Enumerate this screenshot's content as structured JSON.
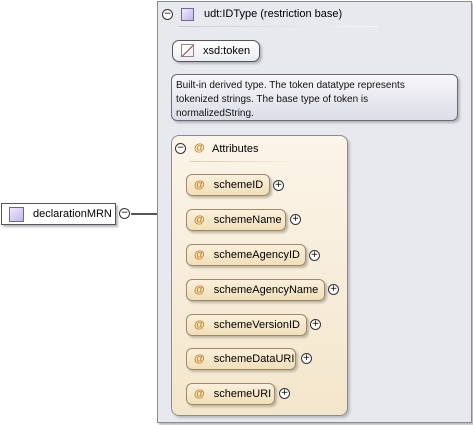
{
  "root_element": {
    "name": "declarationMRN"
  },
  "complex_type": {
    "title": "udt:IDType (restriction base)"
  },
  "base_type": {
    "name": "xsd:token"
  },
  "documentation": {
    "lines": [
      "Built-in derived type. The token datatype represents",
      "tokenized strings. The base type of token is",
      "normalizedString."
    ]
  },
  "attributes": {
    "header": "Attributes",
    "items": [
      {
        "name": "schemeID"
      },
      {
        "name": "schemeName"
      },
      {
        "name": "schemeAgencyID"
      },
      {
        "name": "schemeAgencyName"
      },
      {
        "name": "schemeVersionID"
      },
      {
        "name": "schemeDataURI"
      },
      {
        "name": "schemeURI"
      }
    ]
  },
  "symbols": {
    "collapse": "−",
    "expand": "+",
    "attribute": "@"
  },
  "colors": {
    "panel_bg": "#e8e9ee",
    "attribute_bg": "#f1dfb9",
    "attribute_icon": "#c47a1a",
    "type_icon": "#c2b5e6"
  }
}
